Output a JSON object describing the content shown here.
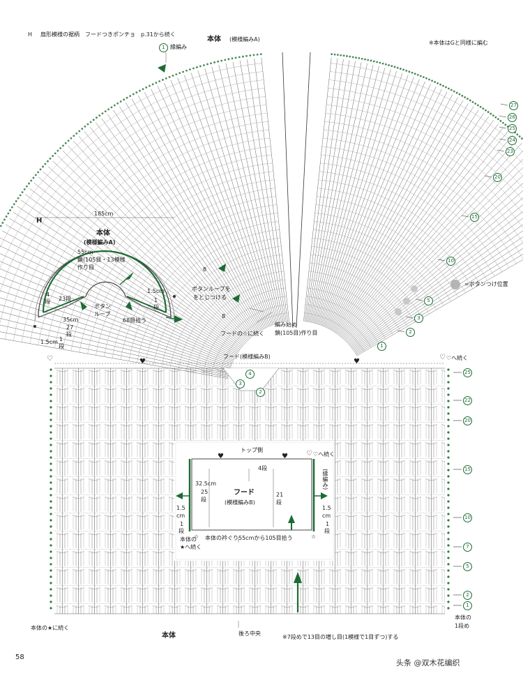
{
  "header": {
    "letter": "H",
    "title": "扇形模様の裾柄　フードつきポンチョ　p.31から続く",
    "body_label": "本体",
    "body_pattern": "(模様編みA)",
    "note_g": "※本体はGと同様に編む"
  },
  "top_diagram": {
    "row1_label": "縁編み",
    "row1_num": "1",
    "row_numbers_right": [
      "27",
      "26",
      "25",
      "24",
      "23",
      "20",
      "15",
      "10",
      "5",
      "3",
      "2",
      "1"
    ],
    "button_legend": "=ボタンつけ位置",
    "loop_label": "ボタンループを\nとじつける",
    "num8_a": "8",
    "num8_b": "8",
    "hood_link": "フードの☆に続く",
    "start_label_1": "編み始め",
    "start_label_2": "鎖(105目)作り目"
  },
  "schematic": {
    "letter": "H",
    "width": "185cm",
    "title": "本体",
    "pattern": "(模様編みA)",
    "dim_55": "55cm",
    "chain": "鎖(105目・13模様",
    "chain2": "作り目",
    "rows_4": "4",
    "rows_4b": "段",
    "rows_23": "23段",
    "button_loop_1": "ボタン",
    "button_loop_2": "ループ",
    "dim_35": "35cm",
    "dim_27": "27",
    "dim_27b": "段",
    "dim_15a": "1.5cm",
    "dim_1a": "1",
    "dim_1ab": "段",
    "dim_15b": "1.5cm",
    "dim_1b": "1",
    "dim_1bb": "段",
    "pick_68": "68目拾う"
  },
  "hood": {
    "title": "フード(模様編みB)",
    "continue_label": "♡へ続く",
    "row_numbers_right": [
      "25",
      "22",
      "20",
      "15",
      "10",
      "7",
      "5",
      "2",
      "1"
    ],
    "top_side": "トップ側",
    "inner_title": "フード",
    "inner_pattern": "(模様編みB)",
    "dim_325": "32.5cm",
    "dim_25": "25",
    "dim_25b": "段",
    "rows_4": "4段",
    "rows_21": "21",
    "rows_21b": "段",
    "edge_label": "(縁編み)",
    "dim_15l": "1.5",
    "dim_15l_cm": "cm",
    "dim_15l_1": "1",
    "dim_15l_b": "段",
    "dim_15r": "1.5",
    "dim_15r_cm": "cm",
    "dim_15r_1": "1",
    "dim_15r_b": "段",
    "body_star": "本体の",
    "body_star2": "★へ続く",
    "pick_label": "本体の衿ぐり55cmから105目拾う",
    "inner_heart_continue": "♡へ続く",
    "c2": "2",
    "c3": "3",
    "c4": "4",
    "body_continue": "本体の★に続く",
    "body_row1a": "本体の",
    "body_row1b": "1段め",
    "bottom_label": "本体",
    "back_center": "後ろ中央",
    "note": "※7段めで13目の増し目(1模様で1目ずつ)する"
  },
  "footer": {
    "page_number": "58",
    "watermark": "头条 @双木花编织"
  },
  "colors": {
    "accent_green": "#1c6b33",
    "line": "#333333",
    "button_gray": "#b4b4b4"
  }
}
